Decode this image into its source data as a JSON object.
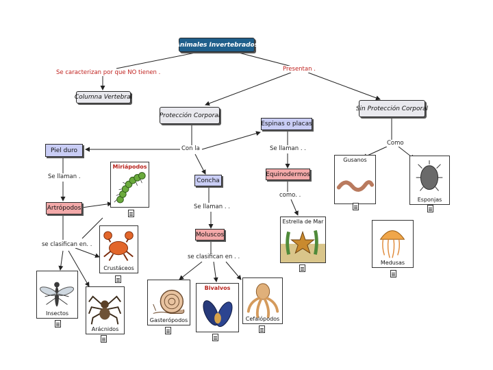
{
  "nodes": {
    "root": "Animales Invertebrados",
    "columna": "Columna Vertebral",
    "proteccion": "Protección Corporal",
    "sin_proteccion": "Sin Protección Corporal",
    "espinas": "Espinas o placas",
    "piel": "Piel duro",
    "concha": "Concha",
    "equinodermos": "Equinodermos",
    "artropodos": "Artrópodos",
    "moluscos": "Moluscos"
  },
  "links": {
    "caracterizan": "Se caracterizan por que NO tienen .",
    "presentan": "Presentan .",
    "como_top": "Como",
    "con_la": "Con la",
    "se_llaman_esp": "Se llaman . .",
    "se_llaman_piel": "Se llaman .",
    "se_llaman_concha": "Se llaman . .",
    "como_equi": "como. .",
    "clasifican_art": "se clasifican en. .",
    "clasifican_mol": "se clasifican en . ."
  },
  "images": {
    "miriapodos": "Miriápodos",
    "crustaceos": "Crustáceos",
    "insectos": "Insectos",
    "aracnidos": "Arácnidos",
    "gasteropodos": "Gasterópodos",
    "bivalvos": "Bivalvos",
    "cefalopodos": "Cefalópodos",
    "estrella": "Estrella de Mar",
    "gusanos": "Gusanos",
    "esponjas": "Esponjas",
    "medusas": "Medusas"
  },
  "colors": {
    "root": "#1f5f8b",
    "blue_node": "#c9cdf5",
    "red_node": "#f3a9a9",
    "grey_node": "#e9e9ee",
    "red_text": "#c0221f"
  }
}
